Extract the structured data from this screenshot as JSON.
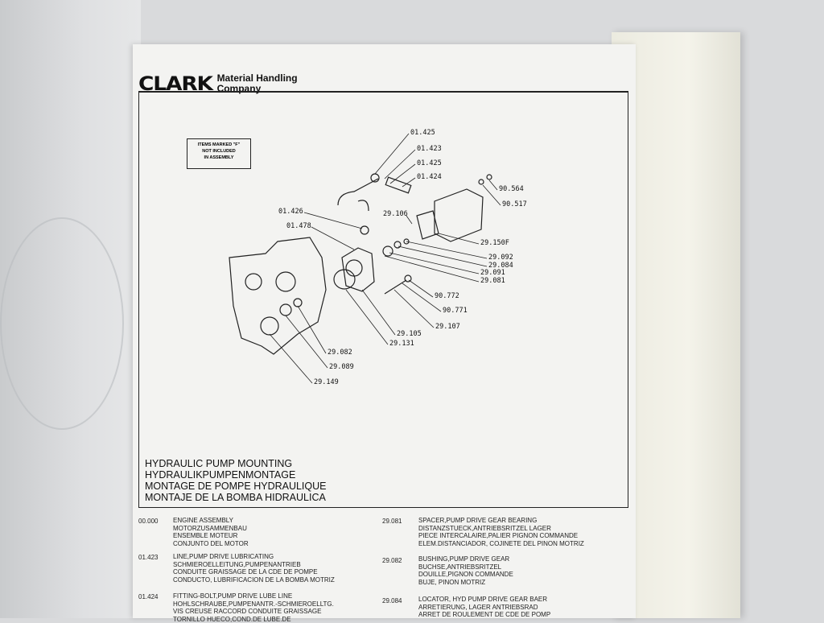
{
  "header": {
    "brand": "CLARK",
    "company_line1": "Material Handling",
    "company_line2": "Company"
  },
  "diagram": {
    "note": [
      "ITEMS MARKED \"F\"",
      "NOT INCLUDED",
      "IN ASSEMBLY"
    ],
    "callouts": [
      "01.425",
      "01.423",
      "01.425",
      "01.424",
      "90.564",
      "90.517",
      "01.426",
      "01.478",
      "29.106",
      "29.150F",
      "29.092",
      "29.084",
      "29.091",
      "29.081",
      "90.772",
      "90.771",
      "29.107",
      "29.105",
      "29.131",
      "29.082",
      "29.089",
      "29.149"
    ]
  },
  "title": [
    "HYDRAULIC PUMP MOUNTING",
    "HYDRAULIKPUMPENMONTAGE",
    "MONTAGE DE POMPE HYDRAULIQUE",
    "MONTAJE DE LA BOMBA HIDRAULICA"
  ],
  "parts_left": [
    {
      "number": "00.000",
      "lines": [
        "ENGINE ASSEMBLY",
        "MOTORZUSAMMENBAU",
        "ENSEMBLE MOTEUR",
        "CONJUNTO DEL MOTOR"
      ]
    },
    {
      "number": "01.423",
      "lines": [
        "LINE,PUMP DRIVE LUBRICATING",
        "SCHMIEROELLEITUNG,PUMPENANTRIEB",
        "CONDUITE GRAISSAGE DE LA CDE DE POMPE",
        "CONDUCTO, LUBRIFICACION DE LA BOMBA MOTRIZ"
      ]
    },
    {
      "number": "01.424",
      "lines": [
        "FITTING-BOLT,PUMP DRIVE LUBE LINE",
        "HOHLSCHRAUBE,PUMPENANTR.-SCHMIEROELLTG.",
        "VIS CREUSE RACCORD CONDUITE GRAISSAGE",
        "TORNILLO HUECO,COND.DE LUBE.DE"
      ]
    }
  ],
  "parts_right": [
    {
      "number": "29.081",
      "lines": [
        "SPACER,PUMP DRIVE GEAR BEARING",
        "DISTANZSTUECK,ANTRIEBSRITZEL LAGER",
        "PIECE INTERCALAIRE,PALIER PIGNON COMMANDE",
        "ELEM.DISTANCIADOR, COJINETE DEL PINON MOTRIZ"
      ]
    },
    {
      "number": "29.082",
      "lines": [
        "BUSHING,PUMP DRIVE GEAR",
        "BUCHSE,ANTRIEBSRITZEL",
        "DOUILLE,PIGNON COMMANDE",
        "BUJE, PINON MOTRIZ"
      ]
    },
    {
      "number": "29.084",
      "lines": [
        "LOCATOR, HYD PUMP DRIVE GEAR BAER",
        "ARRETIERUNG, LAGER ANTRIEBSRAD",
        "ARRET DE ROULEMENT DE CDE DE POMP"
      ]
    }
  ]
}
